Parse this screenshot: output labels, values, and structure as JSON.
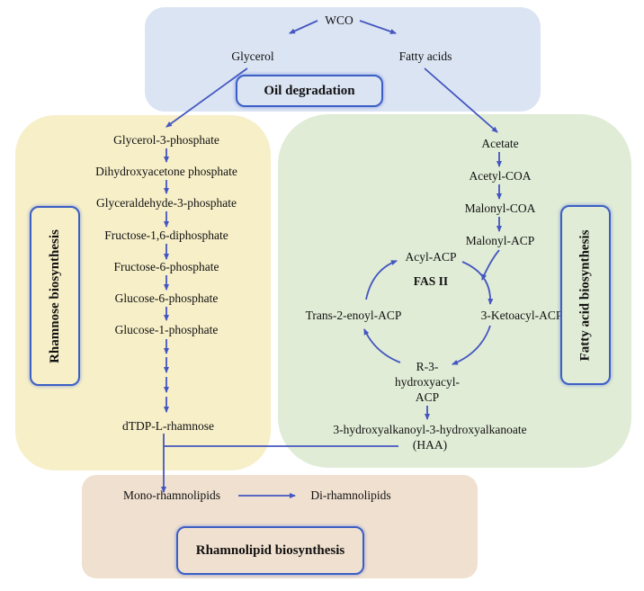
{
  "colors": {
    "arrow": "#4456c0",
    "oil_panel": "#dbe4f3",
    "rhamnose_panel": "#f7efc8",
    "fatty_panel": "#e0ecd6",
    "rhamnolipid_panel": "#f0e0cf",
    "tag_border": "#3c5fc4"
  },
  "oil_degradation": {
    "title": "Oil degradation",
    "source": "WCO",
    "products": [
      "Glycerol",
      "Fatty acids"
    ]
  },
  "rhamnose_biosynthesis": {
    "title": "Rhamnose biosynthesis",
    "steps": [
      "Glycerol-3-phosphate",
      "Dihydroxyacetone phosphate",
      "Glyceraldehyde-3-phosphate",
      "Fructose-1,6-diphosphate",
      "Fructose-6-phosphate",
      "Glucose-6-phosphate",
      "Glucose-1-phosphate"
    ],
    "final": "dTDP-L-rhamnose"
  },
  "fatty_acid_biosynthesis": {
    "title": "Fatty acid biosynthesis",
    "steps": [
      "Acetate",
      "Acetyl-COA",
      "Malonyl-COA",
      "Malonyl-ACP"
    ],
    "cycle_label": "FAS II",
    "cycle": {
      "top": "Acyl-ACP",
      "right": "3-Ketoacyl-ACP",
      "bottom_lines": [
        "R-3-",
        "hydroxyacyl-",
        "ACP"
      ],
      "left": "Trans-2-enoyl-ACP"
    },
    "product_lines": [
      "3-hydroxyalkanoyl-3-hydroxyalkanoate",
      "(HAA)"
    ]
  },
  "rhamnolipid_biosynthesis": {
    "title": "Rhamnolipid biosynthesis",
    "mono": "Mono-rhamnolipids",
    "di": "Di-rhamnolipids"
  }
}
